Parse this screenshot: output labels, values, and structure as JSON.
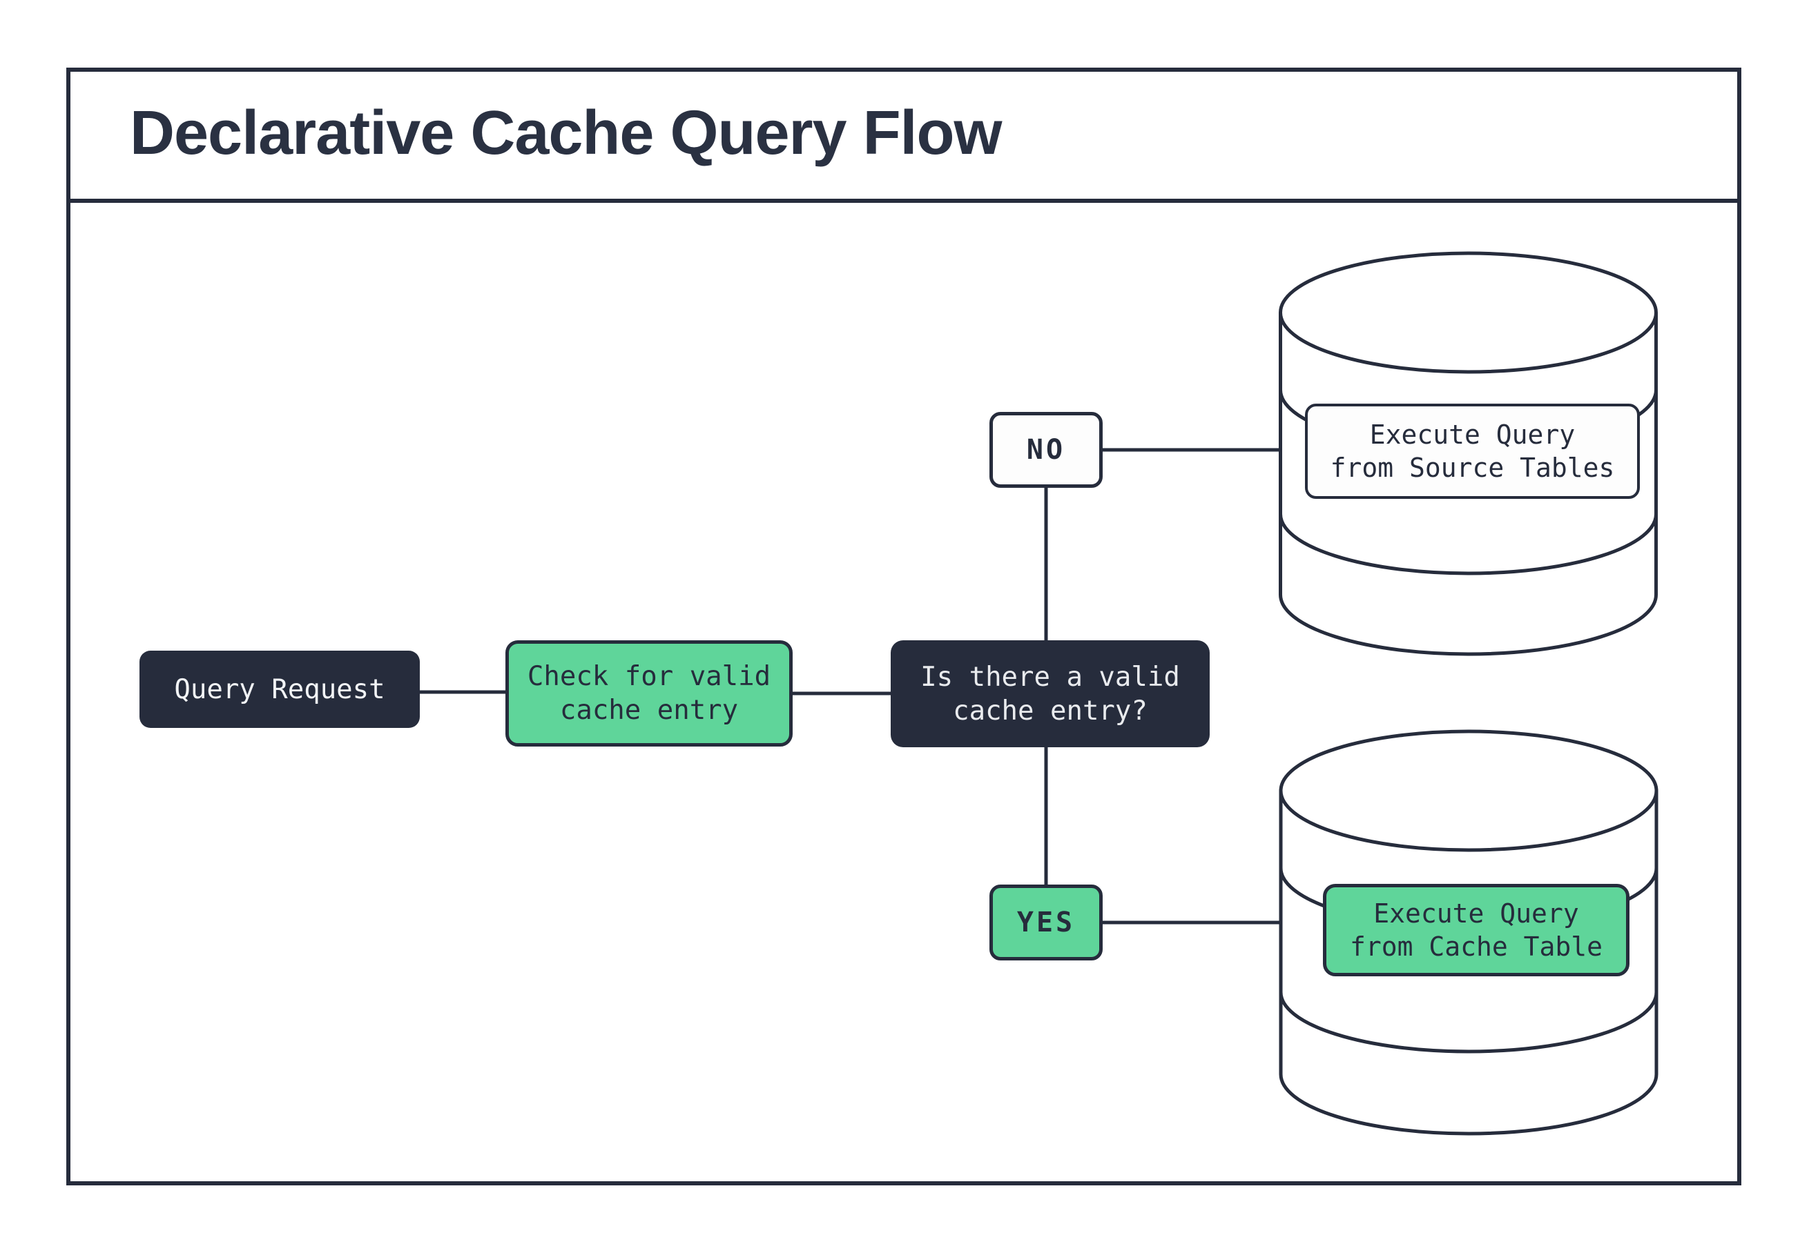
{
  "header": {
    "title": "Declarative Cache Query Flow"
  },
  "colors": {
    "ink": "#262C3C",
    "accent_green": "#5FD59A",
    "paper": "#FFFFFF",
    "light_text": "#F2F4F6"
  },
  "flow": {
    "query_request": {
      "label": "Query Request"
    },
    "check_cache": {
      "lines": [
        "Check for valid",
        "cache entry"
      ]
    },
    "decision": {
      "lines": [
        "Is there a valid",
        "cache entry?"
      ]
    },
    "branch_no": {
      "label": "NO"
    },
    "branch_yes": {
      "label": "YES"
    },
    "source_db": {
      "lines": [
        "Execute Query",
        "from Source Tables"
      ]
    },
    "cache_db": {
      "lines": [
        "Execute Query",
        "from Cache Table"
      ]
    }
  }
}
